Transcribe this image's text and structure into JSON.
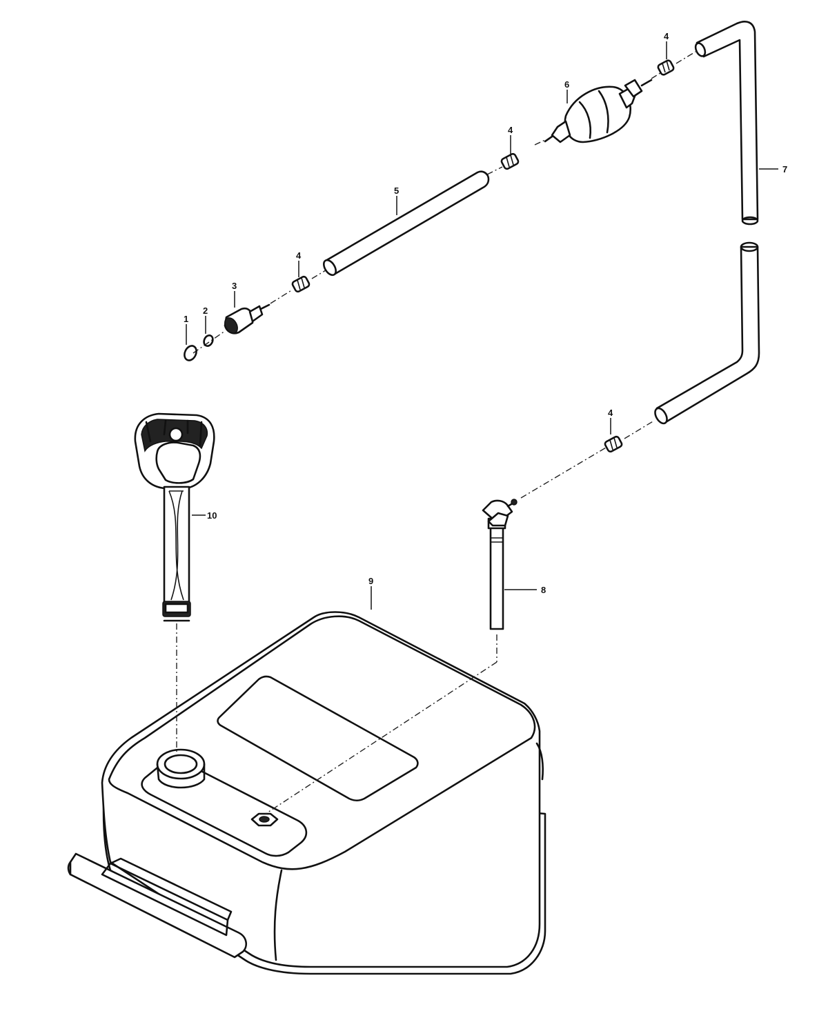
{
  "callouts": {
    "c1": "1",
    "c2": "2",
    "c3": "3",
    "c4a": "4",
    "c4b": "4",
    "c4c": "4",
    "c4d": "4",
    "c5": "5",
    "c6": "6",
    "c7": "7",
    "c8": "8",
    "c9": "9",
    "c10": "10"
  }
}
